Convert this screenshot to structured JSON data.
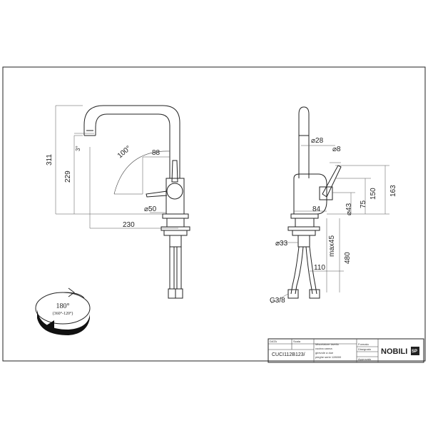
{
  "front_view": {
    "dims": {
      "overall_height": "311",
      "spout_height": "229",
      "reach": "230",
      "lever_offset": "88",
      "base_diameter": "⌀50",
      "lever_angle": "100°",
      "spout_tilt": "3°"
    }
  },
  "side_view": {
    "dims": {
      "spout_diameter": "⌀28",
      "lever_diameter": "⌀8",
      "height_150": "150",
      "height_163": "163",
      "body_depth": "84",
      "body_diameter": "⌀43",
      "height_75": "75",
      "mount_diameter": "⌀33",
      "max_deck": "max45",
      "hose_offset": "110",
      "hose_length": "480",
      "thread": "G3/8"
    }
  },
  "rotation_badge": {
    "main": "180°",
    "sub": "(360°-120°)"
  },
  "title_block": {
    "code": "CUCI112B123/",
    "description_lines": [
      "Miscelatore lavello",
      "cucina canna",
      "girevole a due",
      "pieghe serie 128000"
    ],
    "brand": "NOBILI",
    "brand_mark": "SP",
    "small_labels": [
      "DATA",
      "Scala",
      "Formato",
      "Disegnato",
      "Approvato"
    ]
  },
  "colors": {
    "line": "#222222",
    "badge_arrow": "#111111"
  }
}
